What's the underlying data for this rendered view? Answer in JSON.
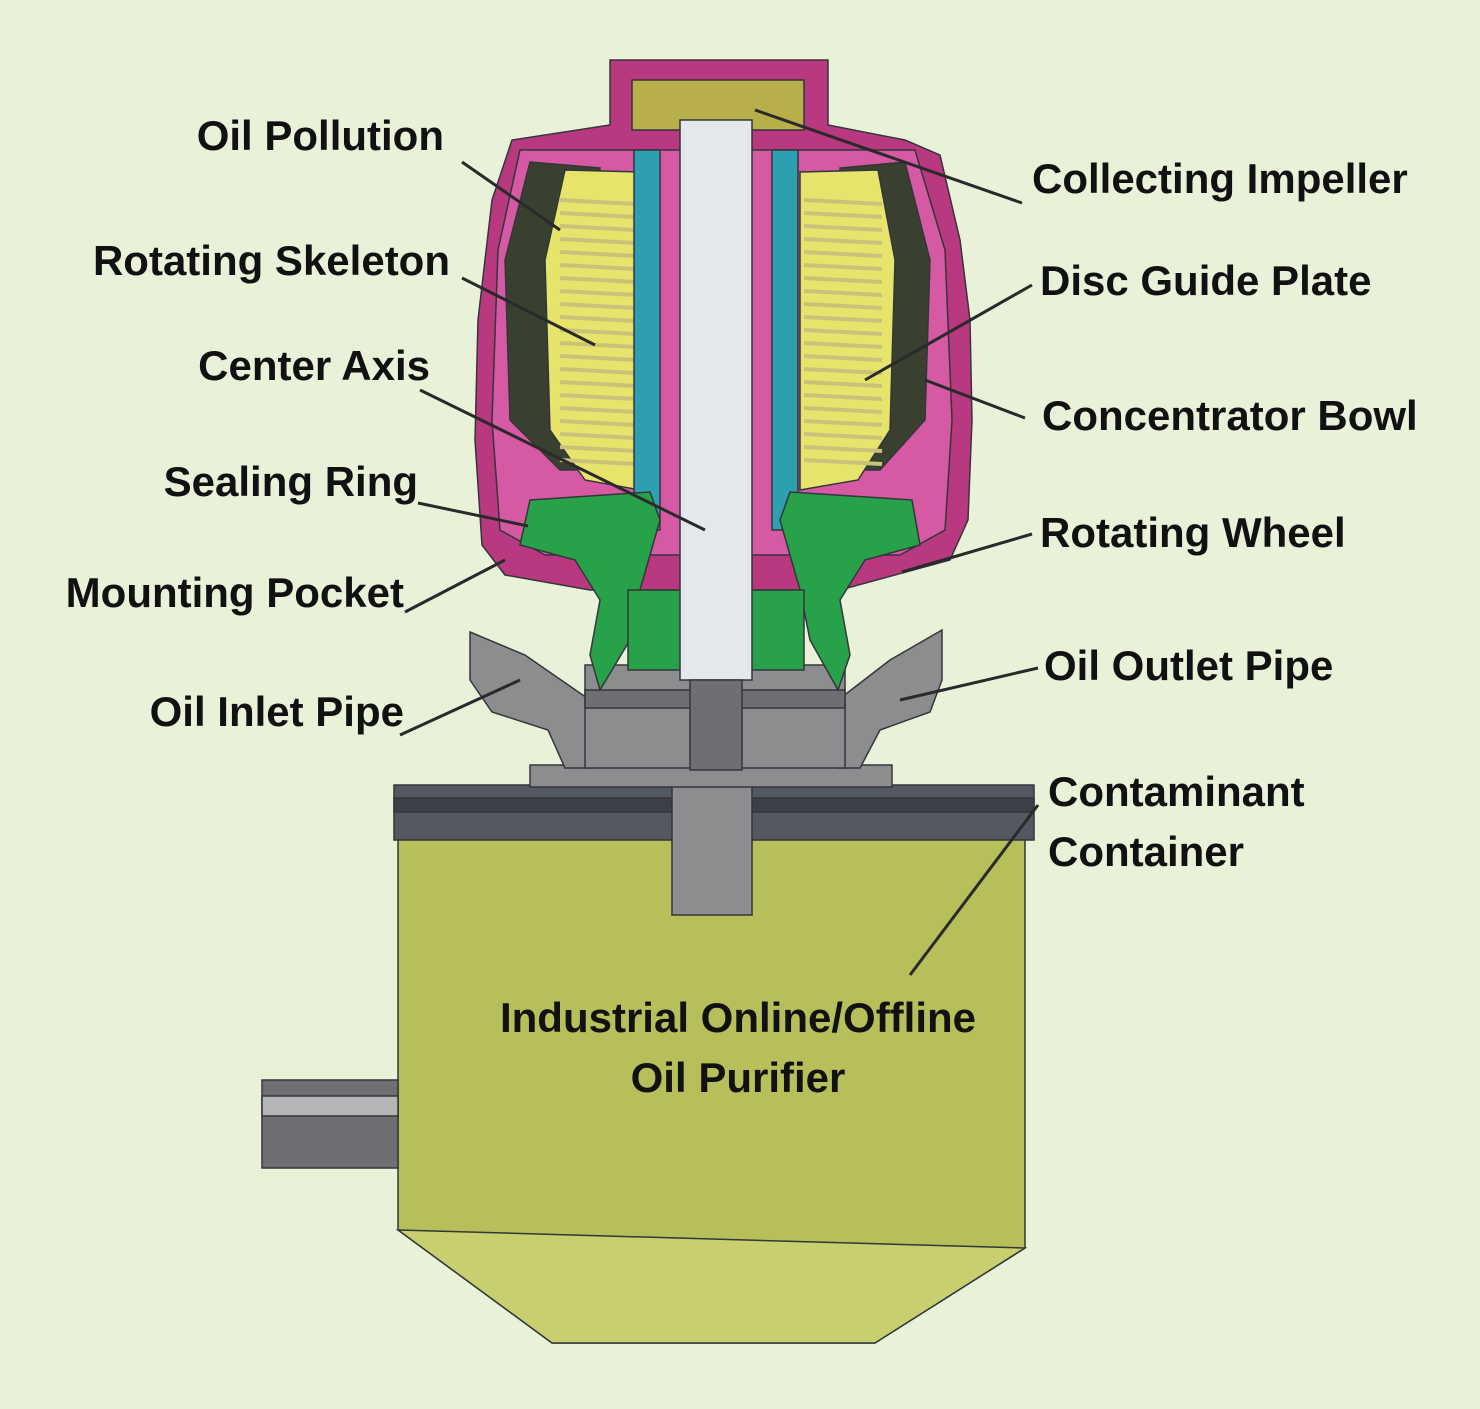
{
  "colors": {
    "background": "#e9f2d9",
    "bowl": "#b8397f",
    "bowl_interior": "#d65aa3",
    "dark_fill": "#3a4030",
    "yellow_fill": "#e6e46a",
    "disc_lines": "#c9c37a",
    "teal": "#2d9fb0",
    "green_part": "#27a14a",
    "shaft": "#e4e7eb",
    "metal": "#8d8d90",
    "lid": "#545861",
    "container": "#b7bf5a",
    "leader": "#2a2a2a"
  },
  "labels": {
    "oil_pollution": "Oil Pollution",
    "rotating_skeleton": "Rotating Skeleton",
    "center_axis": "Center Axis",
    "sealing_ring": "Sealing Ring",
    "mounting_pocket": "Mounting Pocket",
    "oil_inlet_pipe": "Oil Inlet Pipe",
    "collecting_impeller": "Collecting Impeller",
    "disc_guide_plate": "Disc Guide Plate",
    "concentrator_bowl": "Concentrator Bowl",
    "rotating_wheel": "Rotating Wheel",
    "oil_outlet_pipe": "Oil Outlet Pipe",
    "contaminant_container_line1": "Contaminant",
    "contaminant_container_line2": "Container",
    "title_line1": "Industrial Online/Offline",
    "title_line2": "Oil Purifier"
  }
}
